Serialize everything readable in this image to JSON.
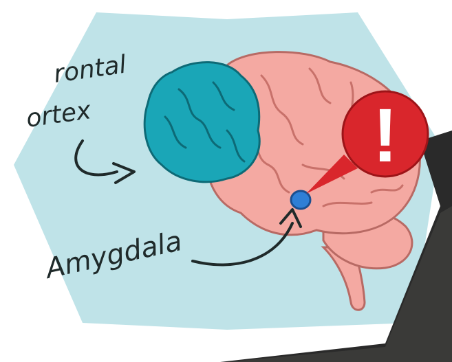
{
  "labels": {
    "frontal": "rontal",
    "cortex": "ortex",
    "amygdala": "Amygdala",
    "alert": "!"
  },
  "colors": {
    "background_panel": "#bfe3e8",
    "frontal_cortex": "#1aa6b7",
    "brain": "#f4a9a2",
    "amygdala": "#2f7fd6",
    "alert_bubble": "#d9262c",
    "dark_panel": "#2a2a2a"
  },
  "icons": {
    "alert": "exclamation-icon"
  }
}
